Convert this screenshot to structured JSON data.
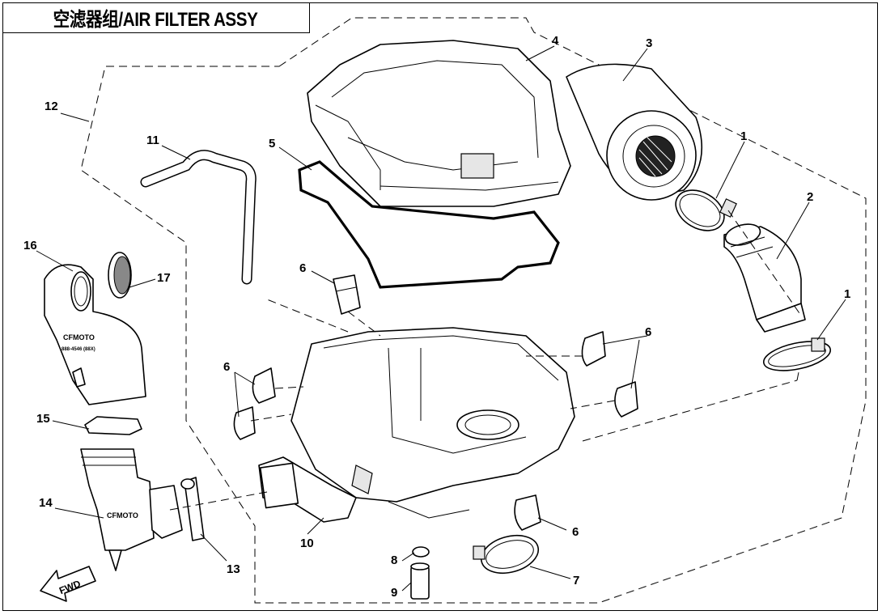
{
  "title": "空滤器组/AIR FILTER ASSY",
  "direction_label": "FWD",
  "part_stamps": {
    "brand": "CFMOTO",
    "code": "888-4546 (88X)"
  },
  "callouts": {
    "c1a": "1",
    "c1b": "1",
    "c2": "2",
    "c3": "3",
    "c4": "4",
    "c5": "5",
    "c6a": "6",
    "c6b": "6",
    "c6c": "6",
    "c6d": "6",
    "c7": "7",
    "c8": "8",
    "c9": "9",
    "c10": "10",
    "c11": "11",
    "c12": "12",
    "c13": "13",
    "c14": "14",
    "c15": "15",
    "c16": "16",
    "c17": "17"
  },
  "colors": {
    "line": "#000000",
    "background": "#ffffff",
    "shade": "#e6e6e6"
  }
}
